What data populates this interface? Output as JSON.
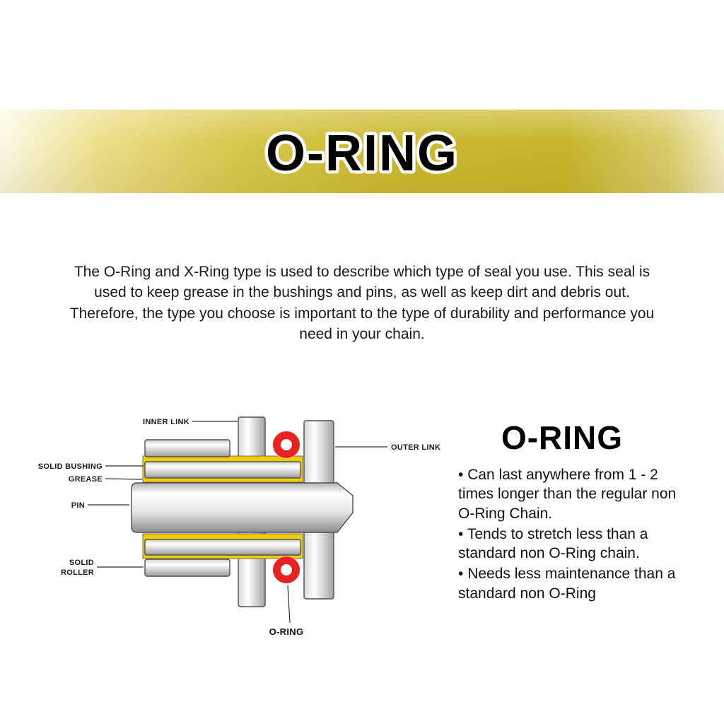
{
  "banner": {
    "title": "O-RING",
    "gold_color": "#cdbb33"
  },
  "intro": {
    "text": "The O-Ring and X-Ring type is used to describe which type of seal you use. This seal is used to keep grease in the bushings and pins, as well as keep dirt and debris out. Therefore, the type you choose is important to the type of durability and performance you need in your chain."
  },
  "diagram": {
    "labels": {
      "inner_link": "INNER LINK",
      "outer_link": "OUTER LINK",
      "solid_bushing": "SOLID BUSHING",
      "grease": "GREASE",
      "pin": "PIN",
      "solid_roller_line1": "SOLID",
      "solid_roller_line2": "ROLLER",
      "o_ring": "O-RING"
    },
    "colors": {
      "grease": "#f0cc00",
      "oring_red": "#e62320"
    }
  },
  "info": {
    "heading": "O-RING",
    "bullet_char": "•",
    "bullets": [
      "Can last anywhere from 1 - 2 times longer than the regular non O-Ring Chain.",
      "Tends to stretch less than a standard non O-Ring chain.",
      "Needs less maintenance than a standard non O-Ring"
    ]
  }
}
